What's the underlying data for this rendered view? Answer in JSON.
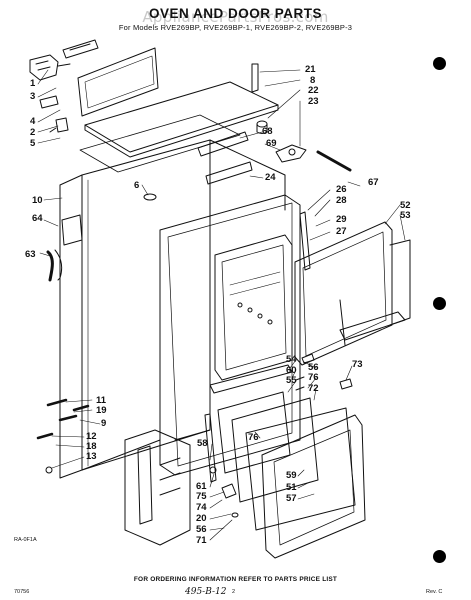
{
  "header": {
    "title": "OVEN AND DOOR PARTS",
    "subtitle": "For Models RVE269BP, RVE269BP-1, RVE269BP-2, RVE269BP-3",
    "watermark": "AppliancePartsPros.com"
  },
  "footer": {
    "ordering_note": "FOR ORDERING INFORMATION REFER TO PARTS PRICE LIST",
    "drawing_code": "RA-0F1A",
    "left_code": "70756",
    "page_number": "2",
    "revision": "Rev. C",
    "handwritten": "495-B-12"
  },
  "part_numbers": {
    "p1": "1",
    "p3": "3",
    "p4": "4",
    "p2": "2",
    "p5": "5",
    "p10": "10",
    "p6": "6",
    "p64": "64",
    "p63": "63",
    "p11": "11",
    "p19": "19",
    "p9": "9",
    "p12": "12",
    "p18": "18",
    "p13": "13",
    "p21": "21",
    "p8": "8",
    "p22": "22",
    "p23": "23",
    "p68": "68",
    "p69": "69",
    "p24": "24",
    "p67": "67",
    "p26": "26",
    "p28": "28",
    "p29": "29",
    "p27": "27",
    "p52": "52",
    "p53": "53",
    "p54": "54",
    "p60": "60",
    "p55": "55",
    "p56a": "56",
    "p76a": "76",
    "p72": "72",
    "p73": "73",
    "p76b": "76",
    "p58": "58",
    "p61": "61",
    "p75": "75",
    "p74": "74",
    "p20": "20",
    "p56b": "56",
    "p71": "71",
    "p59": "59",
    "p51": "51",
    "p57": "57"
  },
  "colors": {
    "ink": "#111111",
    "watermark": "#c8c8c8",
    "punch_hole": "#000000"
  }
}
